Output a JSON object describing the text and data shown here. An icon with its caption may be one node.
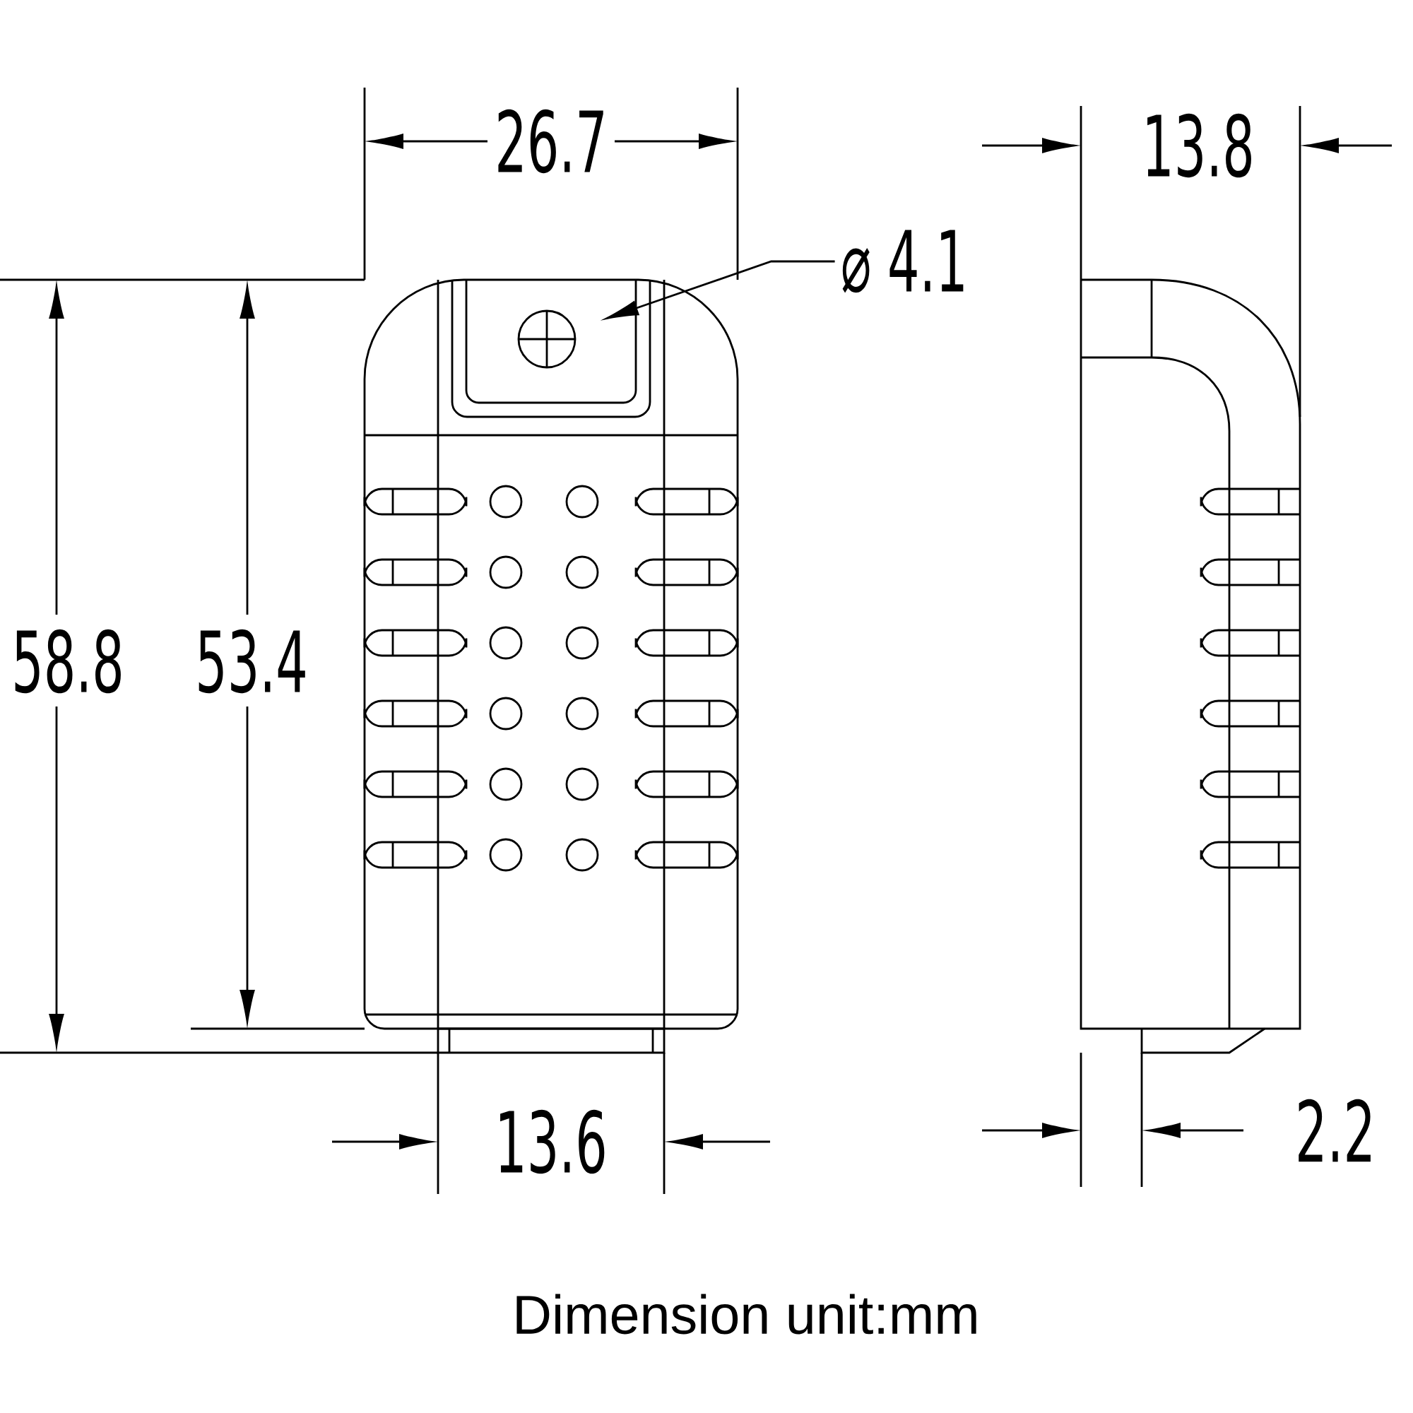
{
  "diagram": {
    "caption": "Dimension unit:mm",
    "nodes": [
      {
        "text": [
          "⌀ 4.1"
        ]
      },
      {
        "text": [],
        "shape": "circle"
      }
    ],
    "edges": [
      {
        "from": 0,
        "to": 1,
        "arrow": "to"
      }
    ],
    "labels": [
      "26.7",
      "13.8",
      "58.8",
      "53.4",
      "13.6",
      "2.2"
    ]
  }
}
